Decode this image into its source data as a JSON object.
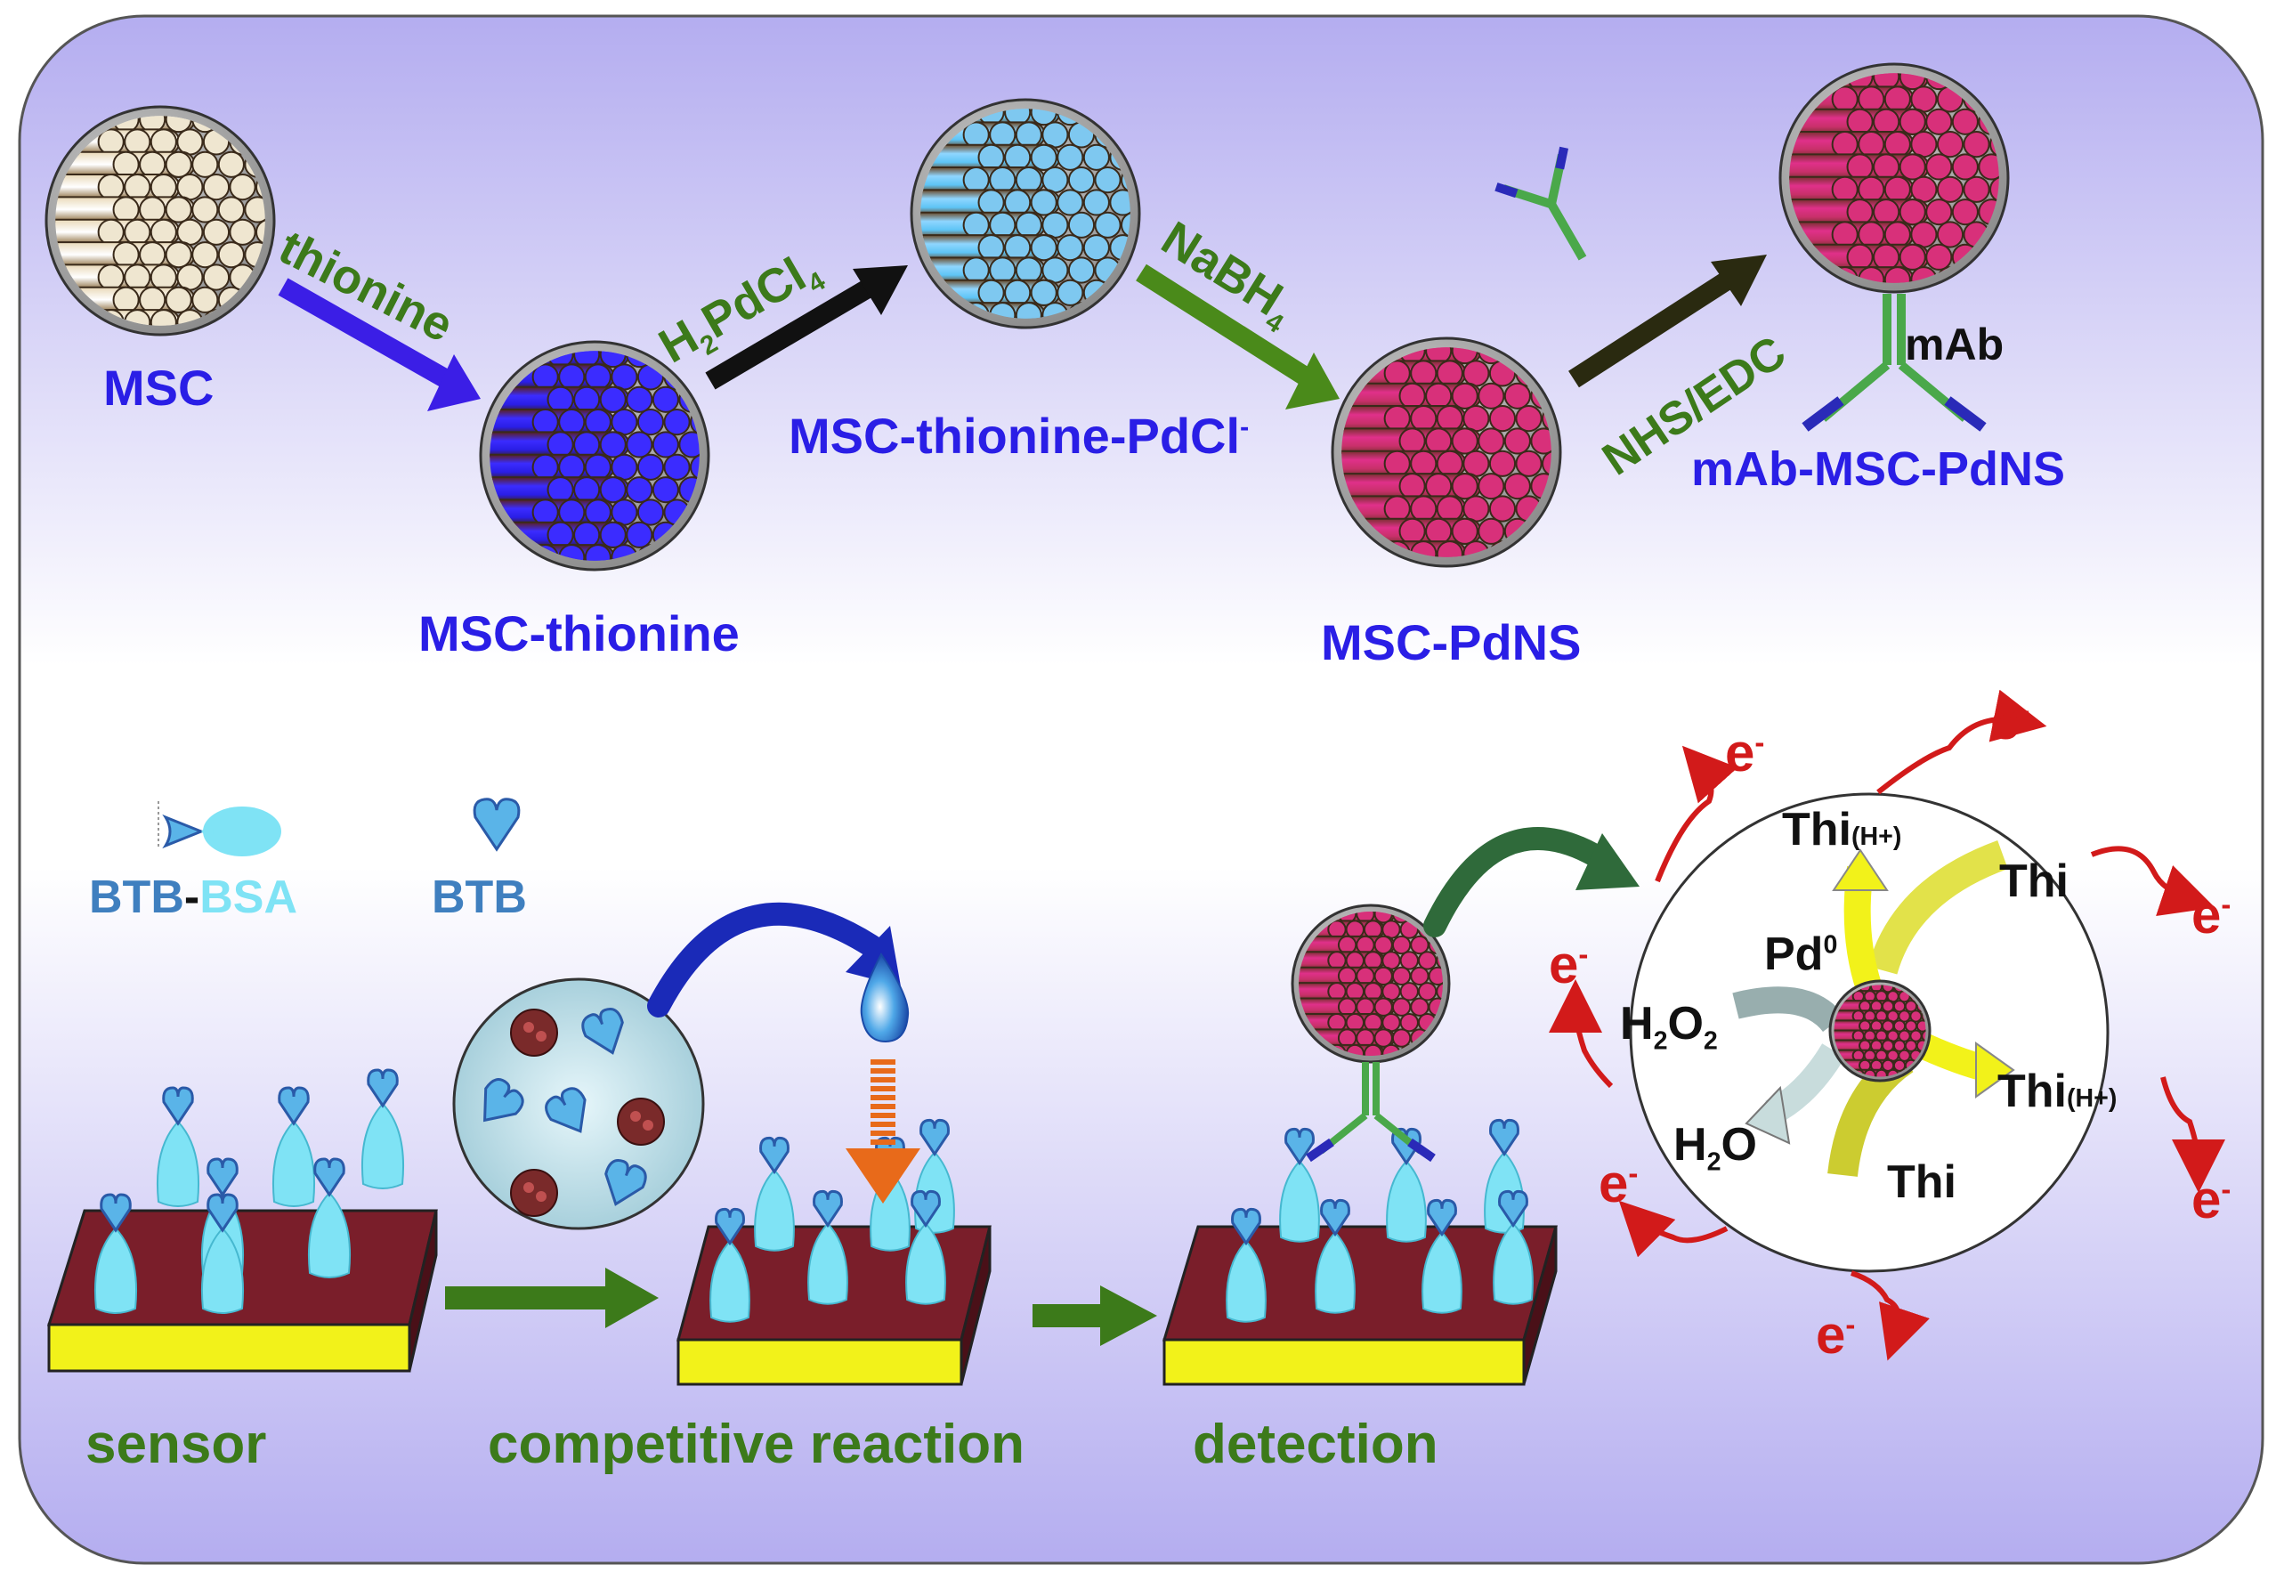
{
  "colors": {
    "panel_bg_top": "#b9b3f2",
    "panel_bg_mid": "#ffffff",
    "panel_bg_bottom": "#b9b3f2",
    "label_blue": "#2a1ee6",
    "label_green": "#3c7a1a",
    "electron_red": "#d21a1a",
    "sensor_red": "#7a1e2a",
    "sensor_yellow": "#f2f21a",
    "hapten_cyan": "#7fe3f5"
  },
  "top_row": {
    "msc": "MSC",
    "thionine": "thionine",
    "msc_thionine": "MSC-thionine",
    "h2pdcl4": {
      "a": "H",
      "sub1": "2",
      "b": "PdCl",
      "sub2": "4"
    },
    "msc_thionine_pdcl": {
      "text": "MSC-thionine-PdCl",
      "sup": "-"
    },
    "nabh4": {
      "a": "NaBH",
      "sub": "4"
    },
    "msc_pdns": "MSC-PdNS",
    "nhs_edc": "NHS/EDC",
    "mab": "mAb",
    "mab_msc_pdns": "mAb-MSC-PdNS"
  },
  "legend": {
    "btb_bsa": {
      "btb": "BTB",
      "dash": "-",
      "bsa": "BSA"
    },
    "btb": "BTB"
  },
  "steps": {
    "sensor": "sensor",
    "competitive": "competitive reaction",
    "detection": "detection"
  },
  "cycle": {
    "thi_h_top": {
      "main": "Thi",
      "sub": "(H+)"
    },
    "thi_top_right": "Thi",
    "pd0": {
      "main": "Pd",
      "sup": "0"
    },
    "h2o2": {
      "a": "H",
      "s1": "2",
      "b": "O",
      "s2": "2"
    },
    "thi_h_right": {
      "main": "Thi",
      "sub": "(H+)"
    },
    "h2o": {
      "a": "H",
      "s1": "2",
      "b": "O"
    },
    "thi_bottom": "Thi"
  },
  "electrons": {
    "e": "e",
    "sup": "-"
  }
}
